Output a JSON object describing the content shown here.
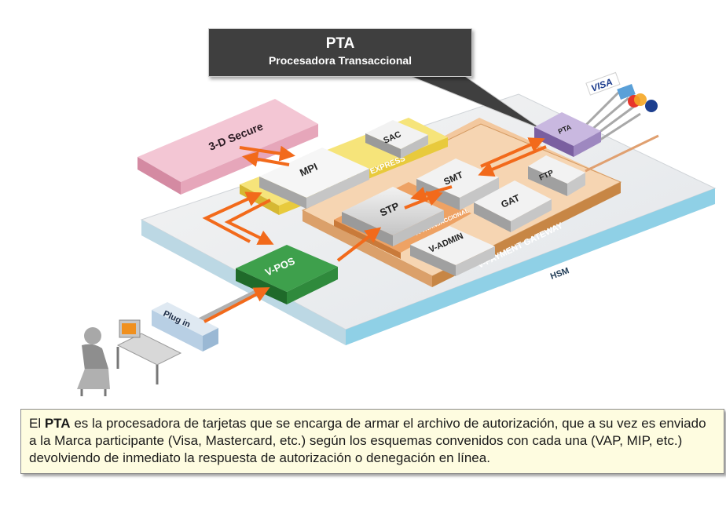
{
  "callout": {
    "title": "PTA",
    "subtitle": "Procesadora Transaccional"
  },
  "labels": {
    "three_d_secure": "3-D Secure",
    "mpi": "MPI",
    "sac": "SAC",
    "verifika": "VERIFIKA MPI EXPRESS",
    "pta": "PTA",
    "smt": "SMT",
    "stp": "STP",
    "gat": "GAT",
    "ftp": "FTP",
    "p_transaccional": "P. TRANSACCIONAL",
    "v_admin": "V-ADMIN",
    "v_payment_gateway": "V-PAYMENT GATEWAY",
    "hsm": "HSM",
    "v_pos": "V-POS",
    "plug_in": "Plug in",
    "visa": "VISA"
  },
  "description": {
    "part1": "El ",
    "pta": "PTA",
    "part2": " es la procesadora de tarjetas que se encarga de armar el archivo de autorización, que a su vez es enviado a la Marca participante (Visa, Mastercard, etc.) según los esquemas convenidos con cada una (VAP, MIP, etc.) devolviendo de inmediato la respuesta de autorización o denegación en línea."
  },
  "colors": {
    "arrow": "#f26a1b",
    "v_payment": "#e8a86a",
    "verifika": "#f0d850",
    "three_d_secure": "#e8a4b8",
    "pta_box": "#9e88c0",
    "v_pos": "#2f8a3c",
    "hsm_edge": "#8fd0e6",
    "callout": "#3f3f3f"
  }
}
